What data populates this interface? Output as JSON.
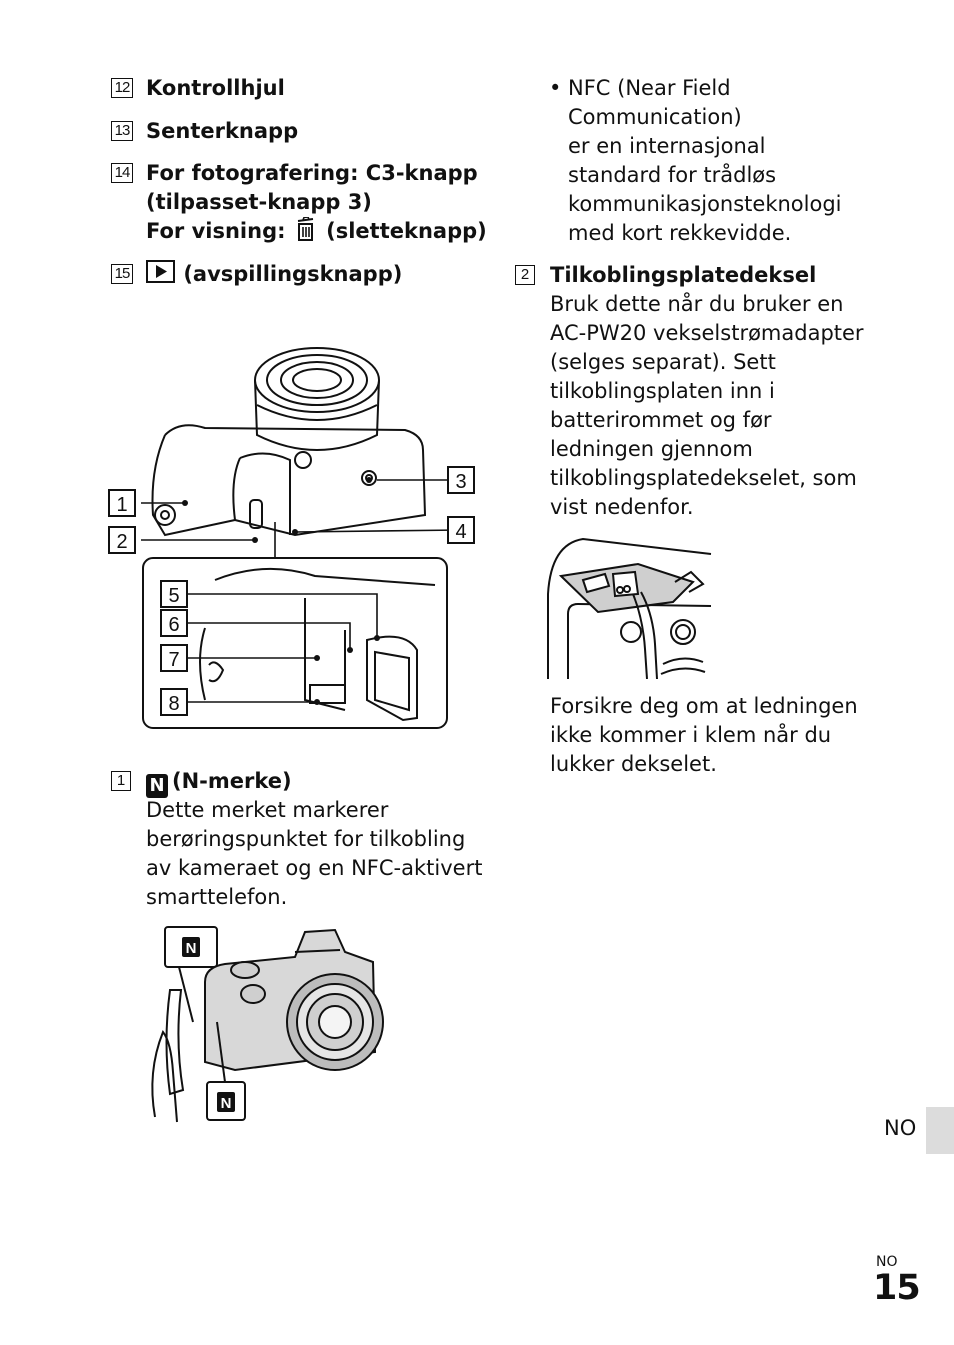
{
  "left_items": [
    {
      "num": "12",
      "text": "Kontrollhjul"
    },
    {
      "num": "13",
      "text": "Senterknapp"
    },
    {
      "num": "14",
      "lines": [
        "For fotografering: C3-knapp",
        "(tilpasset-knapp 3)",
        "For visning:",
        "(sletteknapp)"
      ]
    },
    {
      "num": "15",
      "text": "(avspillingsknapp)"
    }
  ],
  "camera_diagram": {
    "callouts": [
      "1",
      "2",
      "3",
      "4",
      "5",
      "6",
      "7",
      "8"
    ]
  },
  "nfc_section": {
    "num": "1",
    "title": "(N-merke)",
    "body": [
      "Dette merket markerer",
      "berøringspunktet for tilkobling",
      "av kameraet og en NFC-aktivert",
      "smarttelefon."
    ],
    "mark_letter": "N"
  },
  "right_bullet": {
    "bullet": "•",
    "lines": [
      "NFC (Near Field",
      "Communication)",
      "er en internasjonal",
      "standard for trådløs",
      "kommunikasjonsteknologi",
      "med kort rekkevidde."
    ]
  },
  "plate_section": {
    "num": "2",
    "title": "Tilkoblingsplatedeksel",
    "body": [
      "Bruk dette når du bruker en",
      "AC-PW20 vekselstrømadapter",
      "(selges separat). Sett",
      "tilkoblingsplaten inn i",
      "batterirommet og før",
      "ledningen gjennom",
      "tilkoblingsplatedekselet, som",
      "vist nedenfor."
    ],
    "note": [
      "Forsikre deg om at ledningen",
      "ikke kommer i klem når du",
      "lukker dekselet."
    ]
  },
  "footer": {
    "lang_tab": "NO",
    "page_lang": "NO",
    "page_number": "15"
  },
  "colors": {
    "text": "#111111",
    "tab": "#dcdcdc"
  }
}
